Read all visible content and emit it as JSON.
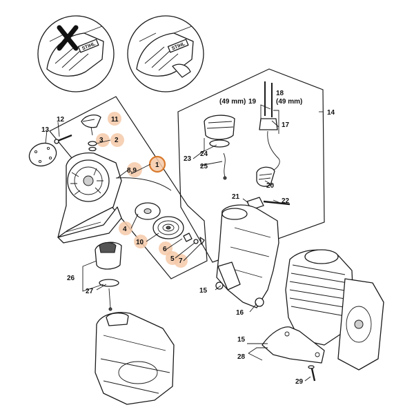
{
  "callouts": {
    "c1": "1",
    "c2": "2",
    "c3": "3",
    "c4": "4",
    "c5": "5",
    "c6": "6",
    "c7": "7",
    "c8": "8,9",
    "c10": "10",
    "c11": "11",
    "c12": "12",
    "c13": "13",
    "c14": "14",
    "c15a": "15",
    "c15b": "15",
    "c16": "16",
    "c17": "17",
    "c18": "18",
    "c19": "19",
    "c20": "20",
    "c21": "21",
    "c22": "22",
    "c23": "23",
    "c24": "24",
    "c25": "25",
    "c26": "26",
    "c27": "27",
    "c28": "28",
    "c29": "29"
  },
  "dimensions": {
    "d19": "(49 mm)",
    "d18": "(49 mm)"
  },
  "logos": {
    "brand": "STIHL"
  },
  "colors": {
    "highlight": "#f5c9a8",
    "highlight_ring": "#d9792b",
    "line": "#1a1a1a"
  }
}
